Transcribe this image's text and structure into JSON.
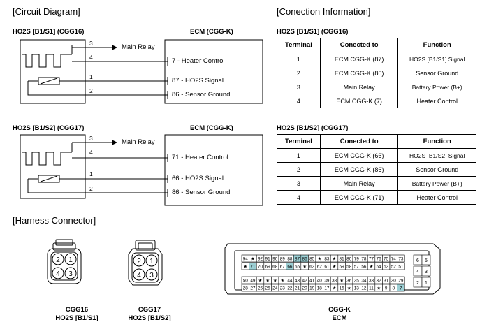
{
  "sections": {
    "circuit": "[Circuit Diagram]",
    "connection": "[Conection Information]",
    "harness": "[Harness Connector]"
  },
  "diagram1": {
    "sensor_title": "HO2S [B1/S1] (CGG16)",
    "ecm_title": "ECM (CGG-K)",
    "main_relay": "Main Relay",
    "pins": [
      "3",
      "4",
      "1",
      "2"
    ],
    "ecm_labels": [
      "7 - Heater Control",
      "87 - HO2S Signal",
      "86 - Sensor Ground"
    ]
  },
  "diagram2": {
    "sensor_title": "HO2S [B1/S2] (CGG17)",
    "ecm_title": "ECM (CGG-K)",
    "main_relay": "Main Relay",
    "pins": [
      "3",
      "4",
      "1",
      "2"
    ],
    "ecm_labels": [
      "71 - Heater Control",
      "66 - HO2S Signal",
      "86 - Sensor Ground"
    ]
  },
  "table1": {
    "title": "HO2S [B1/S1] (CGG16)",
    "headers": [
      "Terminal",
      "Conected to",
      "Function"
    ],
    "rows": [
      [
        "1",
        "ECM CGG-K (87)",
        "HO2S [B1/S1] Signal"
      ],
      [
        "2",
        "ECM CGG-K (86)",
        "Sensor Ground"
      ],
      [
        "3",
        "Main Relay",
        "Battery Power (B+)"
      ],
      [
        "4",
        "ECM CGG-K (7)",
        "Heater Control"
      ]
    ]
  },
  "table2": {
    "title": "HO2S [B1/S2] (CGG17)",
    "headers": [
      "Terminal",
      "Conected to",
      "Function"
    ],
    "rows": [
      [
        "1",
        "ECM CGG-K (66)",
        "HO2S [B1/S2] Signal"
      ],
      [
        "2",
        "ECM CGG-K (86)",
        "Sensor Ground"
      ],
      [
        "3",
        "Main Relay",
        "Battery Power (B+)"
      ],
      [
        "4",
        "ECM CGG-K (71)",
        "Heater Control"
      ]
    ]
  },
  "connectors": {
    "cgg16": {
      "name": "CGG16",
      "sub": "HO2S [B1/S1]",
      "pins": [
        "2",
        "1",
        "4",
        "3"
      ]
    },
    "cgg17": {
      "name": "CGG17",
      "sub": "HO2S [B1/S2]",
      "pins": [
        "2",
        "1",
        "4",
        "3"
      ]
    },
    "ecm": {
      "name": "CGG-K",
      "sub": "ECM",
      "rows": [
        [
          "94",
          "★",
          "92",
          "91",
          "90",
          "89",
          "88",
          "87",
          "86",
          "85",
          "★",
          "83",
          "★",
          "81",
          "80",
          "79",
          "78",
          "77",
          "76",
          "75",
          "74",
          "73"
        ],
        [
          "★",
          "71",
          "70",
          "69",
          "68",
          "67",
          "66",
          "65",
          "★",
          "63",
          "62",
          "61",
          "★",
          "59",
          "58",
          "57",
          "56",
          "★",
          "54",
          "53",
          "52",
          "51"
        ],
        [
          "50",
          "49",
          "★",
          "★",
          "★",
          "★",
          "44",
          "43",
          "42",
          "41",
          "40",
          "39",
          "38",
          "★",
          "36",
          "35",
          "34",
          "33",
          "32",
          "31",
          "30",
          "29"
        ],
        [
          "28",
          "27",
          "26",
          "25",
          "24",
          "23",
          "22",
          "21",
          "20",
          "19",
          "18",
          "17",
          "★",
          "15",
          "★",
          "13",
          "12",
          "11",
          "★",
          "9",
          "8",
          "7"
        ]
      ],
      "highlight": [
        "87",
        "86",
        "71",
        "66",
        "7"
      ],
      "highlight_color": "#9ccfd4",
      "side_pins": [
        [
          "6",
          "5"
        ],
        [
          "4",
          "3"
        ],
        [
          "2",
          "1"
        ]
      ]
    }
  }
}
